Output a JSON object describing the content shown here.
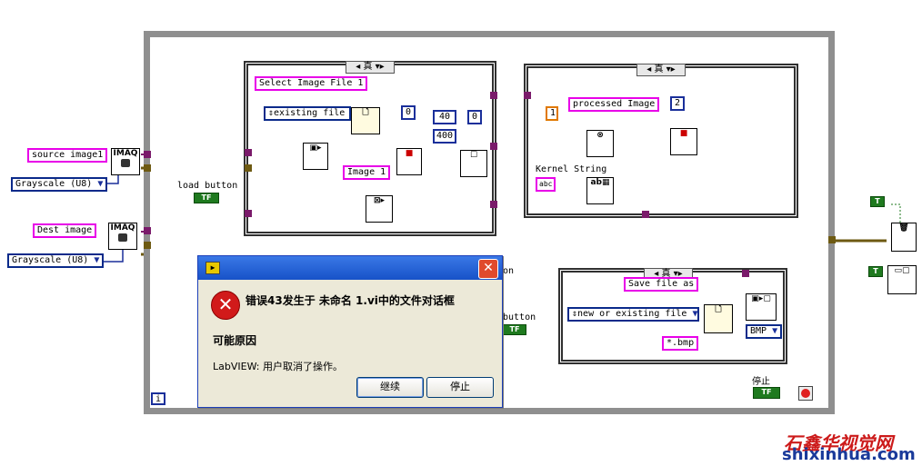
{
  "diagram": {
    "inputs": {
      "source_image": "source image1",
      "grayscale_1": "Grayscale (U8)",
      "dest_image": "Dest image",
      "grayscale_2": "Grayscale (U8)",
      "load_button": "load button",
      "tf": "TF",
      "t": "T"
    },
    "imaq": "IMAQ",
    "case1": {
      "selector": "真",
      "select_label": "Select Image File 1",
      "existing_file": "existing file",
      "image1": "Image 1",
      "const_0a": "0",
      "const_0b": "0",
      "const_40": "40",
      "const_400": "400"
    },
    "case2": {
      "selector": "真",
      "processed": "processed Image",
      "const_1": "1",
      "const_2": "2",
      "kernel_label": "Kernel String",
      "abc": "abc"
    },
    "case3": {
      "selector": "真",
      "save_label": "Save file as",
      "new_or_existing": "new or existing file",
      "bmp_pattern": "*.bmp",
      "bmp_enum": "BMP"
    },
    "partial_on": "on",
    "partial_button": "button",
    "stop_label": "停止",
    "loop_index": "i"
  },
  "dialog": {
    "title_icon": "▶",
    "close": "✕",
    "error_title": "错误43发生于 未命名 1.vi中的文件对话框",
    "possible_causes": "可能原因",
    "message": "LabVIEW:  用户取消了操作。",
    "continue_btn": "继续",
    "stop_btn": "停止"
  },
  "watermark": {
    "site_cn": "石鑫华视觉网",
    "site_url": "shixinhua.com"
  },
  "colors": {
    "loop_border": "#8f8f8f",
    "wire_pink": "#7a1a6a",
    "wire_olive": "#6e5a12",
    "wire_blue": "#1a2f9a",
    "bool_green": "#1f7a1f",
    "dialog_title": "#1752c8",
    "watermark_red": "#cc1a1a",
    "watermark_blue": "#1a3a9a"
  }
}
